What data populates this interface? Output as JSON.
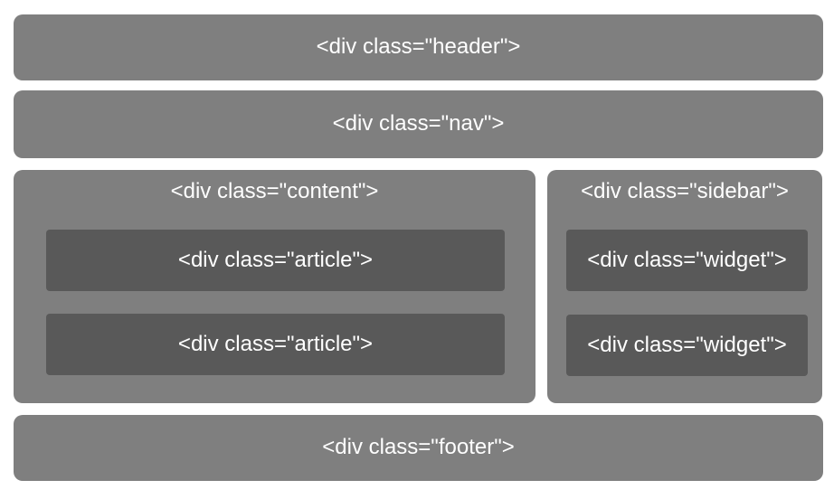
{
  "colors": {
    "outer_box": "#7f7f7f",
    "inner_box": "#595959",
    "label_text": "#ffffff",
    "page_background": "#ffffff"
  },
  "boxes": {
    "header": {
      "label": "<div class=\"header\">"
    },
    "nav": {
      "label": "<div class=\"nav\">"
    },
    "content": {
      "label": "<div class=\"content\">",
      "children": [
        {
          "label": "<div class=\"article\">"
        },
        {
          "label": "<div class=\"article\">"
        }
      ]
    },
    "sidebar": {
      "label": "<div class=\"sidebar\">",
      "children": [
        {
          "label": "<div class=\"widget\">"
        },
        {
          "label": "<div class=\"widget\">"
        }
      ]
    },
    "footer": {
      "label": "<div class=\"footer\">"
    }
  }
}
